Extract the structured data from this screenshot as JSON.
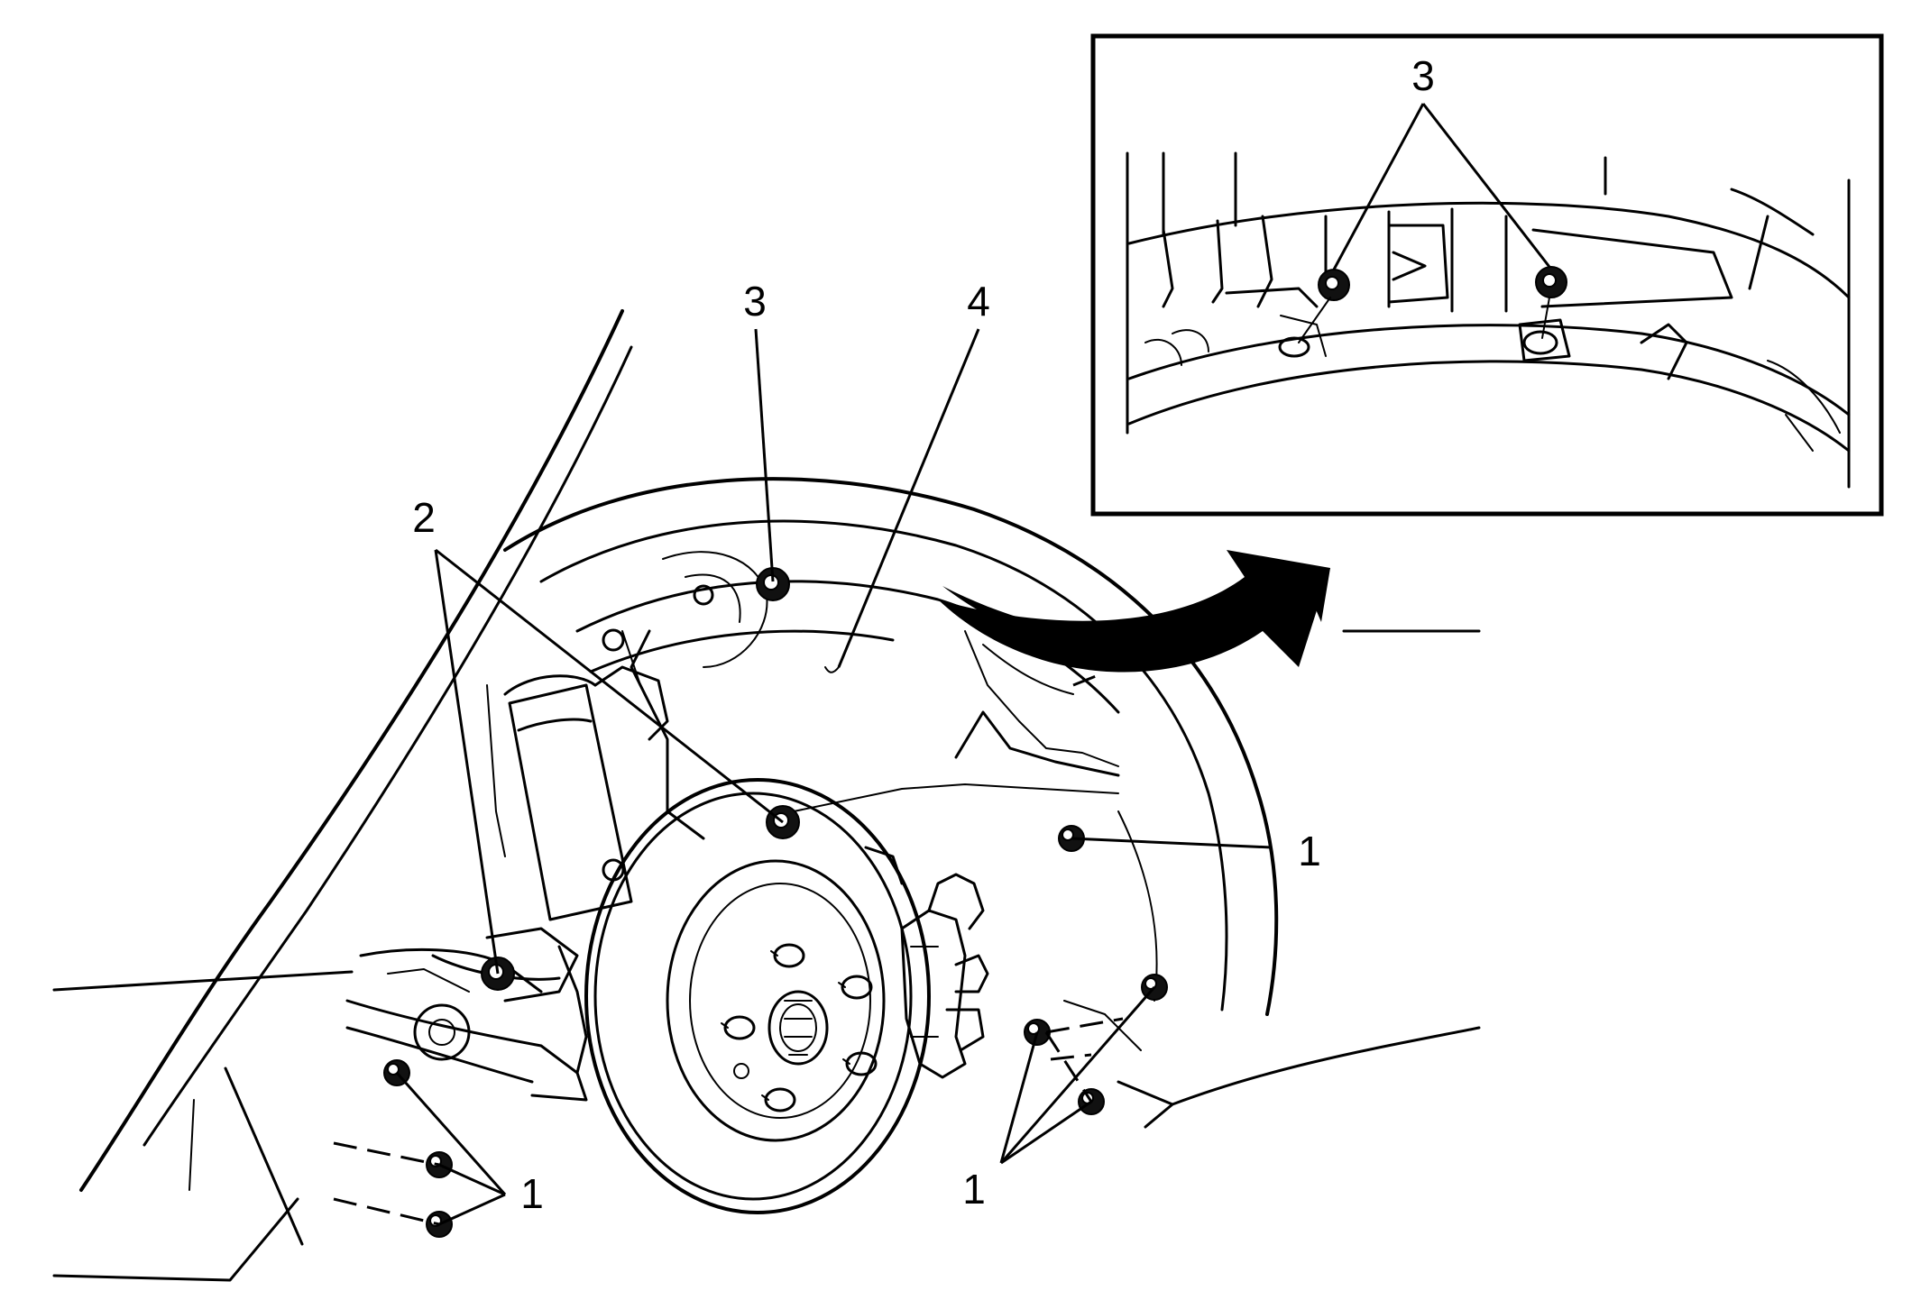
{
  "callouts": {
    "fastener_1_left": "1",
    "fastener_1_bottom_right": "1",
    "fastener_1_right": "1",
    "nut_2": "2",
    "nut_3_main": "3",
    "liner_4": "4",
    "nut_3_inset": "3"
  },
  "colors": {
    "line": "#000000",
    "background": "#ffffff"
  }
}
